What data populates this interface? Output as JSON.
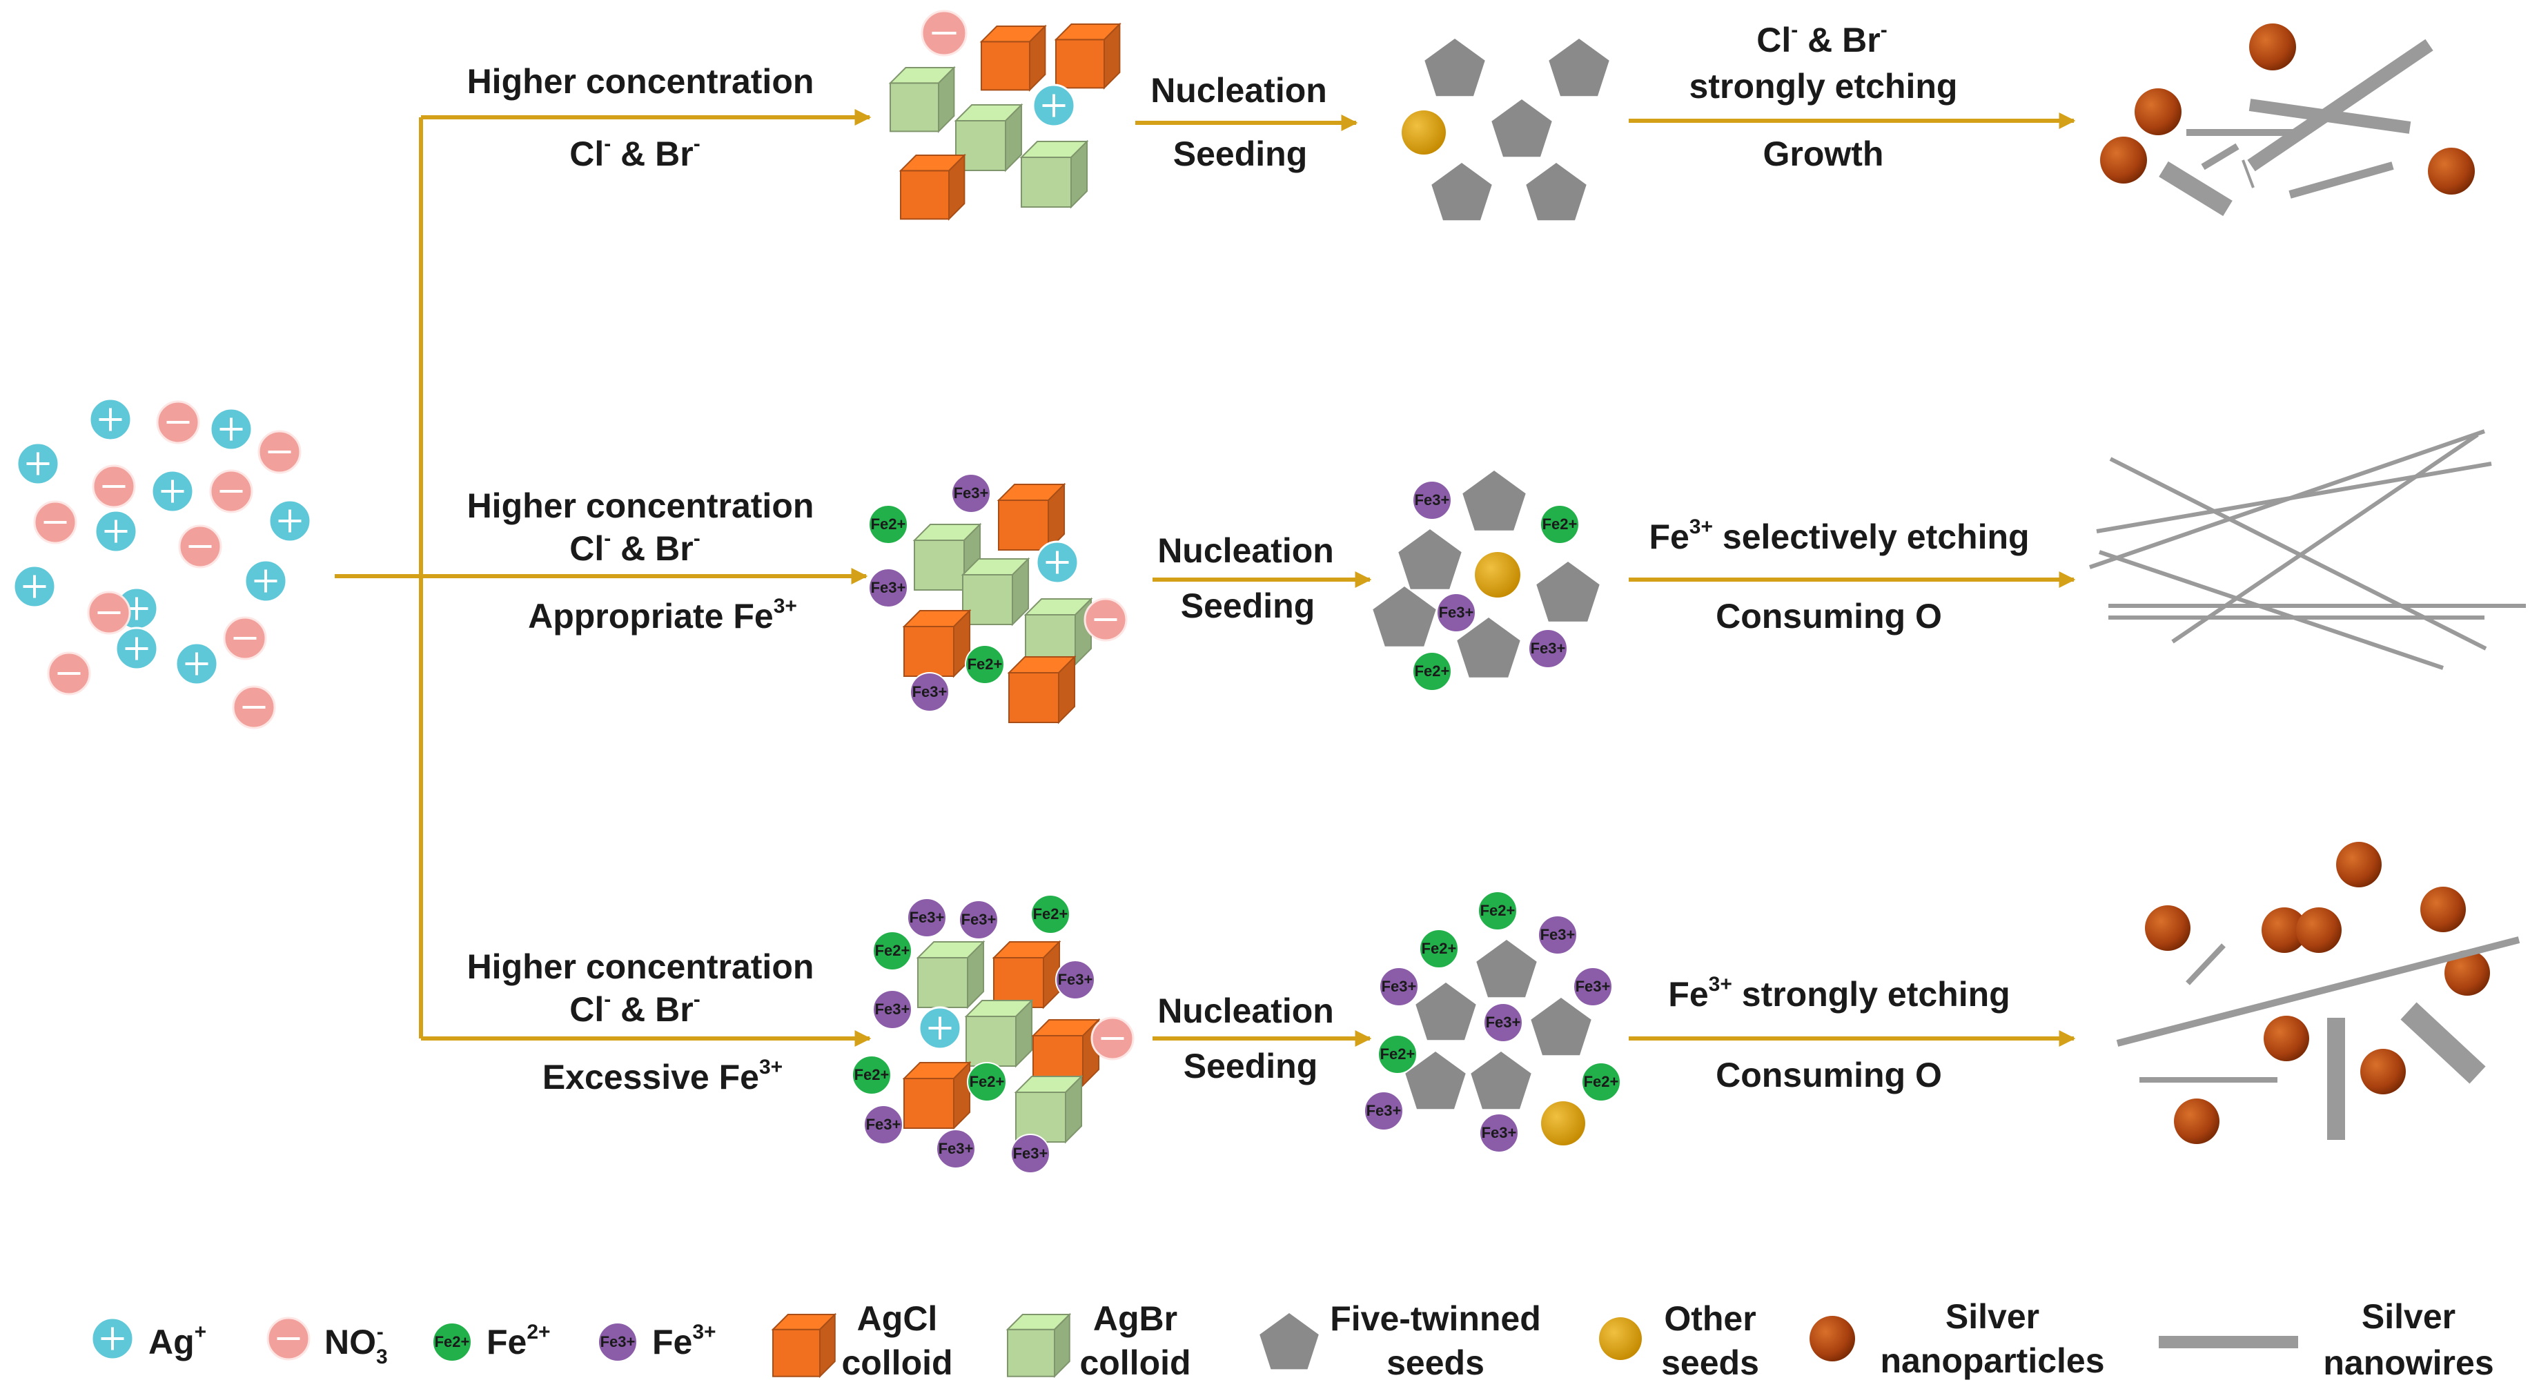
{
  "rows": [
    {
      "branch_top": "Higher concentration",
      "branch_mid_main": "Cl",
      "branch_mid_sup1": "-",
      "branch_mid_amp": " & Br",
      "branch_mid_sup2": "-",
      "branch_bottom_main": "",
      "branch_bottom_sup": "",
      "step1_top": "Nucleation",
      "step1_bottom": "Seeding",
      "step2_top_main": "Cl",
      "step2_top_sup1": "-",
      "step2_top_amp": " & Br",
      "step2_top_sup2": "-",
      "step2_mid": "strongly etching",
      "step2_bottom": "Growth"
    },
    {
      "branch_top": "Higher concentration",
      "branch_mid_main": "Cl",
      "branch_mid_sup1": "-",
      "branch_mid_amp": " & Br",
      "branch_mid_sup2": "-",
      "branch_bottom_main": "Appropriate Fe",
      "branch_bottom_sup": "3+",
      "step1_top": "Nucleation",
      "step1_bottom": "Seeding",
      "step2_top_pre": "Fe",
      "step2_top_sup": "3+",
      "step2_top_main": " selectively etching",
      "step2_bottom": "Consuming O"
    },
    {
      "branch_top": "Higher concentration",
      "branch_mid_main": "Cl",
      "branch_mid_sup1": "-",
      "branch_mid_amp": " & Br",
      "branch_mid_sup2": "-",
      "branch_bottom_main": "Excessive Fe",
      "branch_bottom_sup": "3+",
      "step1_top": "Nucleation",
      "step1_bottom": "Seeding",
      "step2_top_pre": "Fe",
      "step2_top_sup": "3+",
      "step2_top_main": " strongly etching",
      "step2_bottom": "Consuming O"
    }
  ],
  "ion_labels": {
    "fe2": "Fe2+",
    "fe3": "Fe3+"
  },
  "legend": {
    "ag": {
      "main": "Ag",
      "sup": "+"
    },
    "no3": {
      "main": "NO",
      "sub": "3",
      "sup": "-"
    },
    "fe2": {
      "main": "Fe",
      "sup": "2+"
    },
    "fe3": {
      "main": "Fe",
      "sup": "3+"
    },
    "agcl": {
      "line1": "AgCl",
      "line2": "colloid"
    },
    "agbr": {
      "line1": "AgBr",
      "line2": "colloid"
    },
    "five": {
      "line1": "Five-twinned",
      "line2": "seeds"
    },
    "other": {
      "line1": "Other",
      "line2": "seeds"
    },
    "np": {
      "line1": "Silver",
      "line2": "nanoparticles"
    },
    "nw": {
      "line1": "Silver",
      "line2": "nanowires"
    }
  },
  "colors": {
    "arrow": "#D4A017",
    "ag_ion": "#5FC8D8",
    "no3_ion": "#F2A09B",
    "fe2_ion": "#22B04A",
    "fe3_ion": "#8B5DA8",
    "agcl": "#F07020",
    "agbr": "#B5D59A",
    "five_seed": "#8A8A8A",
    "other_seed": "#D8A010",
    "nanoparticle": "#A8400F",
    "nanowire": "#9A9A9A"
  }
}
